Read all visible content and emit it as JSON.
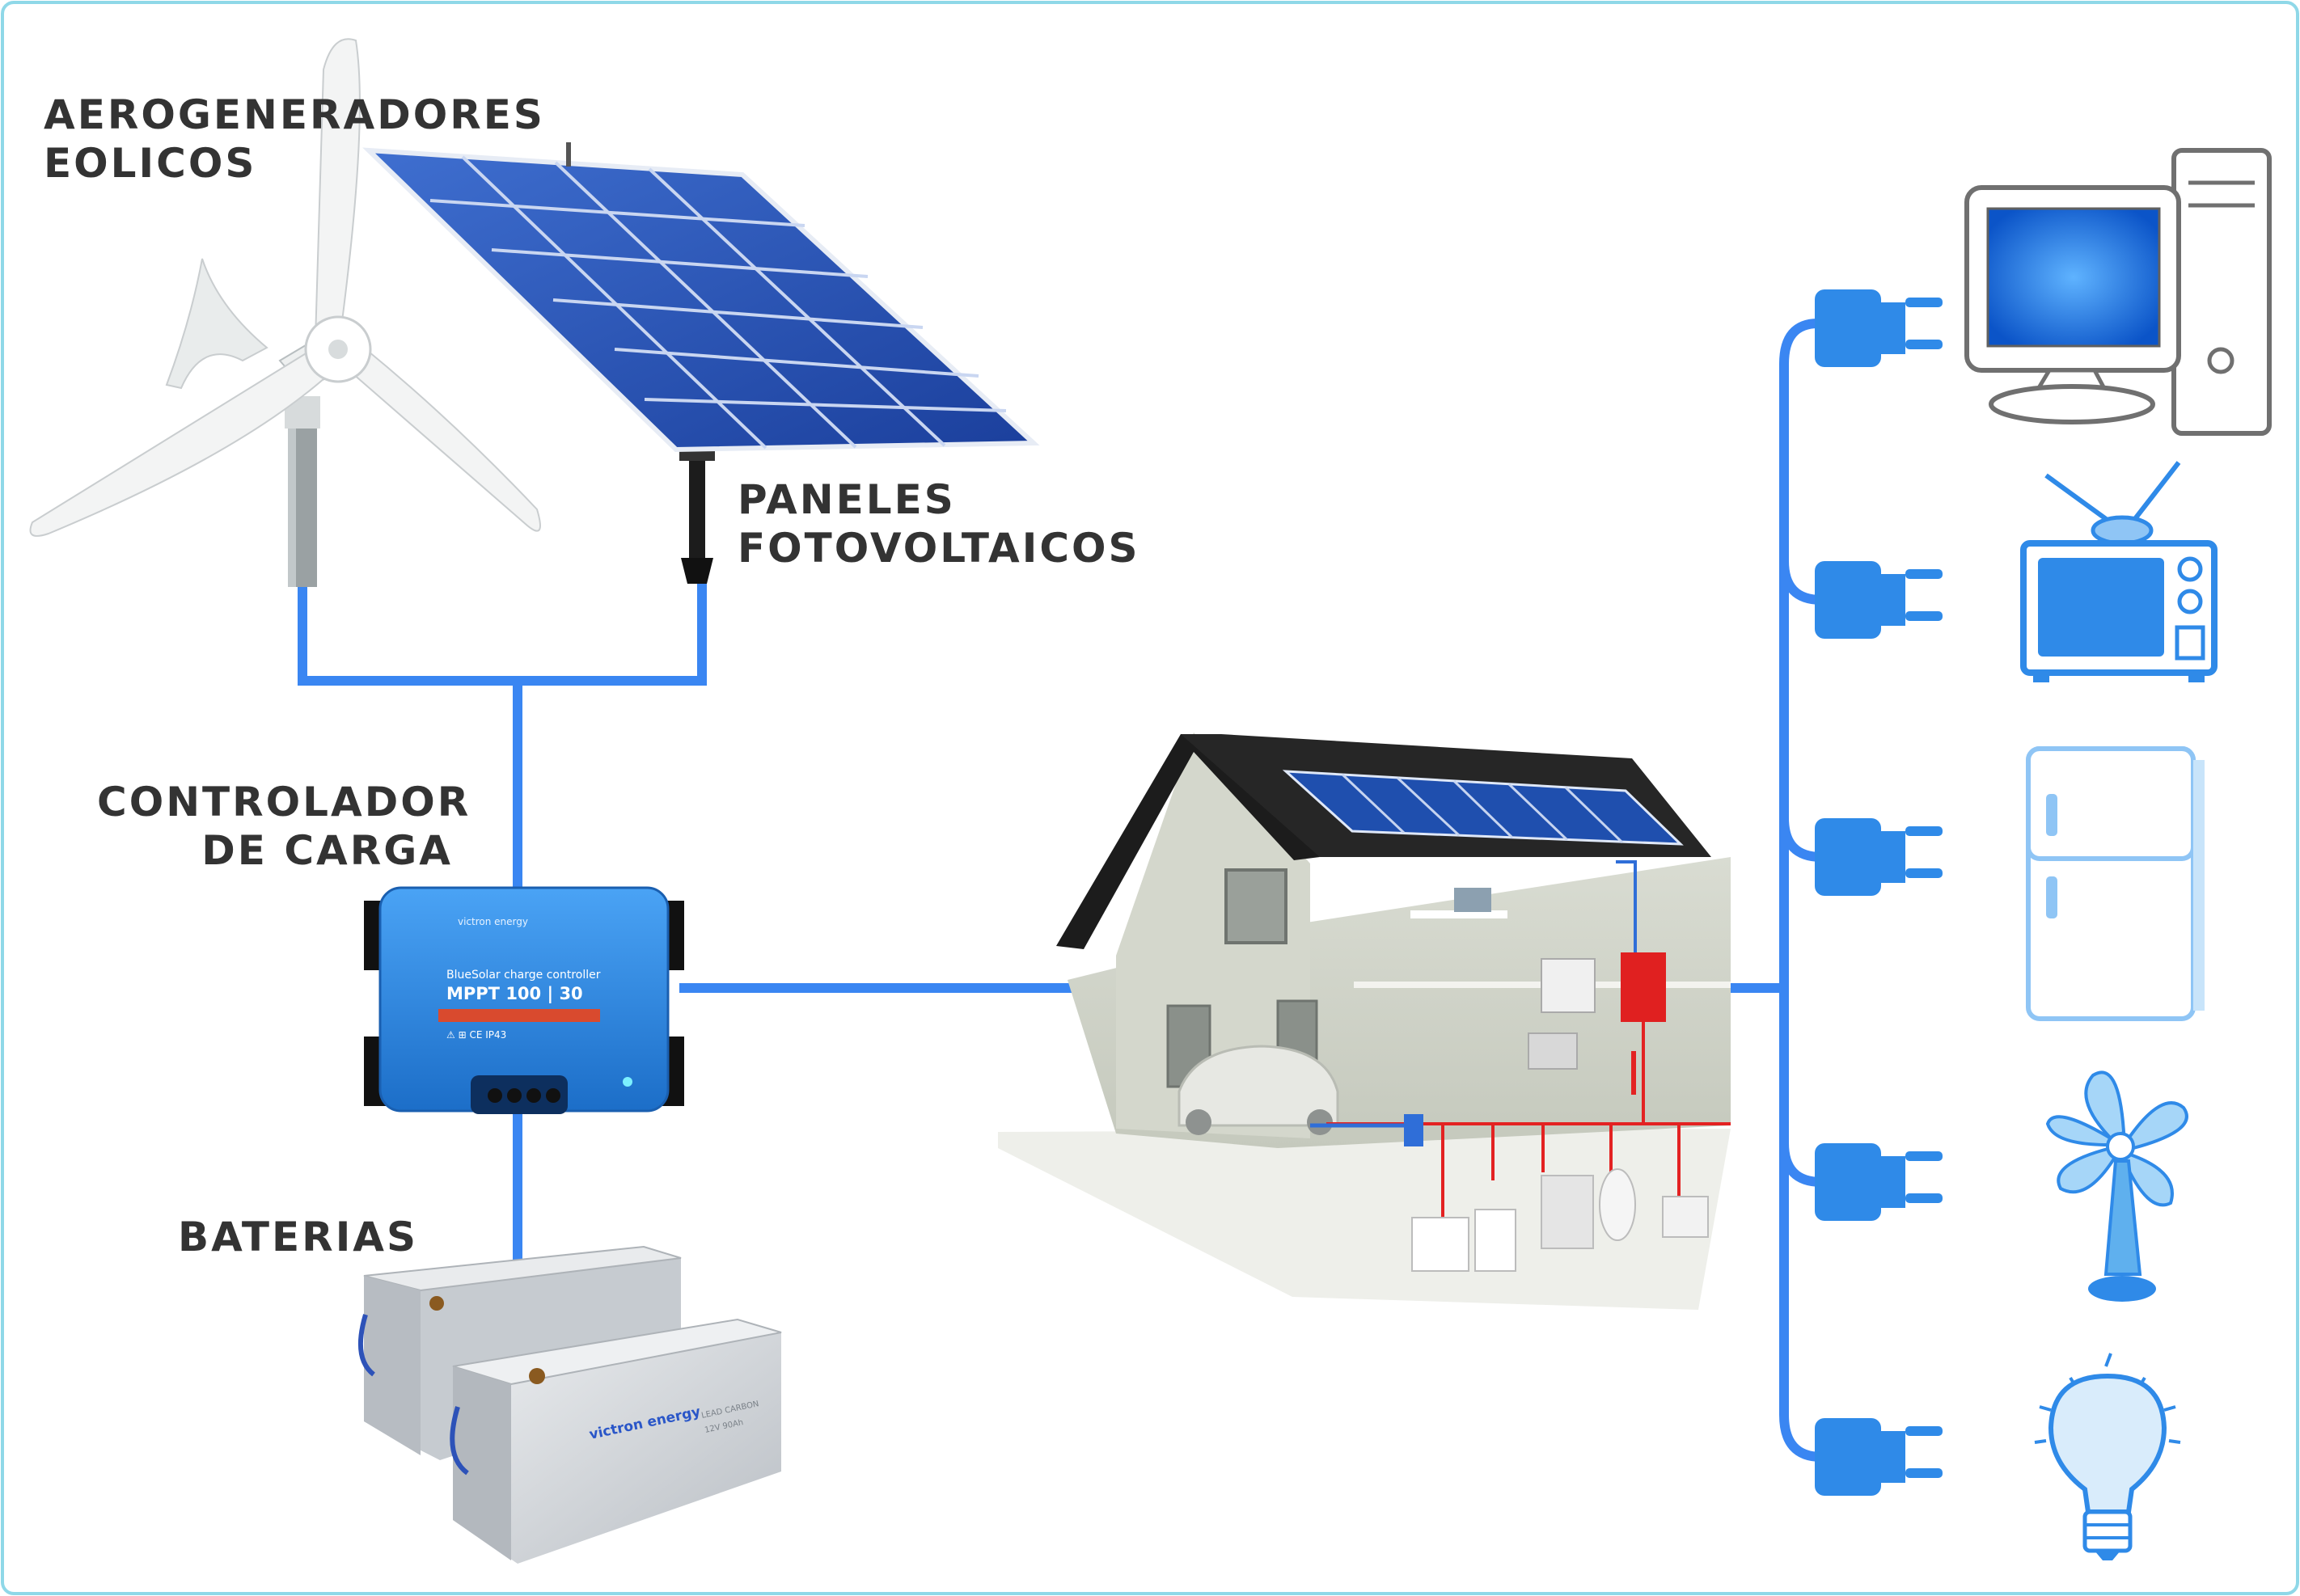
{
  "labels": {
    "wind": [
      "AEROGENERADORES",
      "EOLICOS"
    ],
    "pv": [
      "PANELES",
      "FOTOVOLTAICOS"
    ],
    "controller": [
      "CONTROLADOR",
      "DE CARGA"
    ],
    "batteries": [
      "BATERIAS"
    ]
  },
  "controller_device": {
    "brand": "victron energy",
    "model_line": "BlueSolar charge controller",
    "model": "MPPT 100 | 30",
    "marks": "⚠ ⊞ CE IP43"
  },
  "battery_device": {
    "brand": "victron energy",
    "type": "LEAD CARBON",
    "rating": "12V 90Ah"
  },
  "appliances": [
    {
      "name": "computer",
      "icon": "computer-icon"
    },
    {
      "name": "television",
      "icon": "tv-icon"
    },
    {
      "name": "fridge",
      "icon": "fridge-icon"
    },
    {
      "name": "fan",
      "icon": "fan-icon"
    },
    {
      "name": "light bulb",
      "icon": "bulb-icon"
    }
  ],
  "colors": {
    "wire": "#3a86f2",
    "label": "#333333",
    "appliance": "#2f8ae8",
    "controller": "#2a7fd8",
    "border": "#8fd8e8"
  }
}
